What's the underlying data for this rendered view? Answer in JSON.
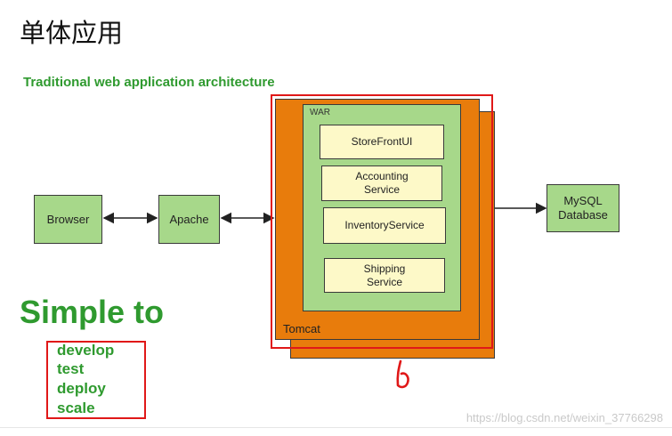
{
  "heading": "单体应用",
  "subtitle": "Traditional web application architecture",
  "nodes": {
    "browser": "Browser",
    "apache": "Apache",
    "mysql_line1": "MySQL",
    "mysql_line2": "Database"
  },
  "tomcat_label": "Tomcat",
  "war_label": "WAR",
  "services": {
    "storefront": "StoreFrontUI",
    "accounting_line1": "Accounting",
    "accounting_line2": "Service",
    "inventory": "InventoryService",
    "shipping_line1": "Shipping",
    "shipping_line2": "Service"
  },
  "simple_to": "Simple to",
  "bullets": [
    "develop",
    "test",
    "deploy",
    "scale"
  ],
  "watermark": "https://blog.csdn.net/weixin_37766298",
  "colors": {
    "green_text": "#2f9a2f",
    "box_green": "#a7d88a",
    "box_yellow": "#fdf9c8",
    "tomcat_orange": "#e87c0c",
    "annotation_red": "#e01818"
  }
}
